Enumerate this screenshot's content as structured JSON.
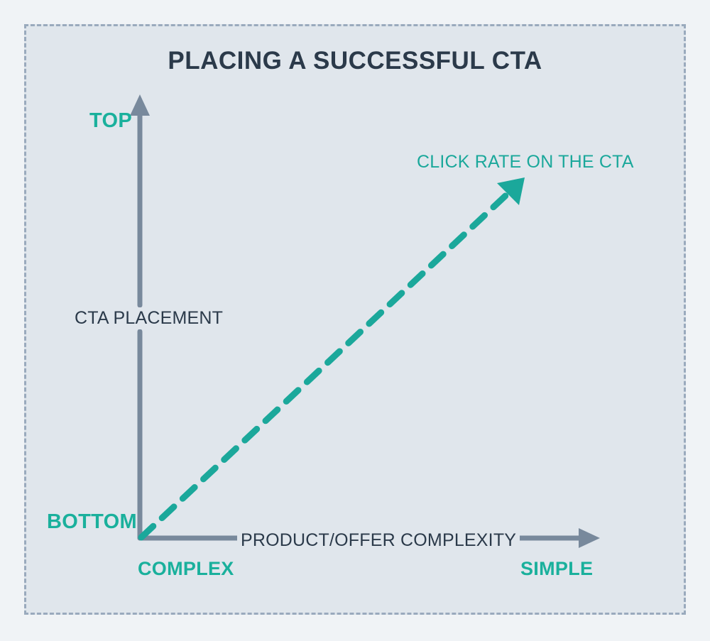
{
  "figure": {
    "title": "PLACING A SUCCESSFUL CTA",
    "background_color": "#f0f3f6",
    "panel_color": "#e0e6ec",
    "panel_border_color": "#9aaabd",
    "axis_color": "#78899c",
    "accent_color": "#1ab09c",
    "text_color": "#2b3a4a"
  },
  "chart_data": {
    "type": "line",
    "title": "PLACING A SUCCESSFUL CTA",
    "xlabel": "PRODUCT/OFFER COMPLEXITY",
    "ylabel": "CTA PLACEMENT",
    "x_tick_labels": [
      "COMPLEX",
      "SIMPLE"
    ],
    "y_tick_labels": [
      "BOTTOM",
      "TOP"
    ],
    "xlim": [
      0,
      1
    ],
    "ylim": [
      0,
      1
    ],
    "grid": false,
    "legend": "none",
    "series": [
      {
        "name": "CLICK RATE ON THE CTA",
        "style": "dashed-arrow",
        "color": "#1ba89b",
        "x": [
          0,
          1
        ],
        "y": [
          0,
          1
        ],
        "annotation": "CLICK RATE ON THE CTA"
      }
    ],
    "annotations": [
      {
        "text": "CLICK RATE ON THE CTA",
        "color": "#1ba89b",
        "position": "upper-right"
      }
    ],
    "axis_labels": {
      "y_high": "TOP",
      "y_low": "BOTTOM",
      "x_low": "COMPLEX",
      "x_high": "SIMPLE"
    }
  }
}
